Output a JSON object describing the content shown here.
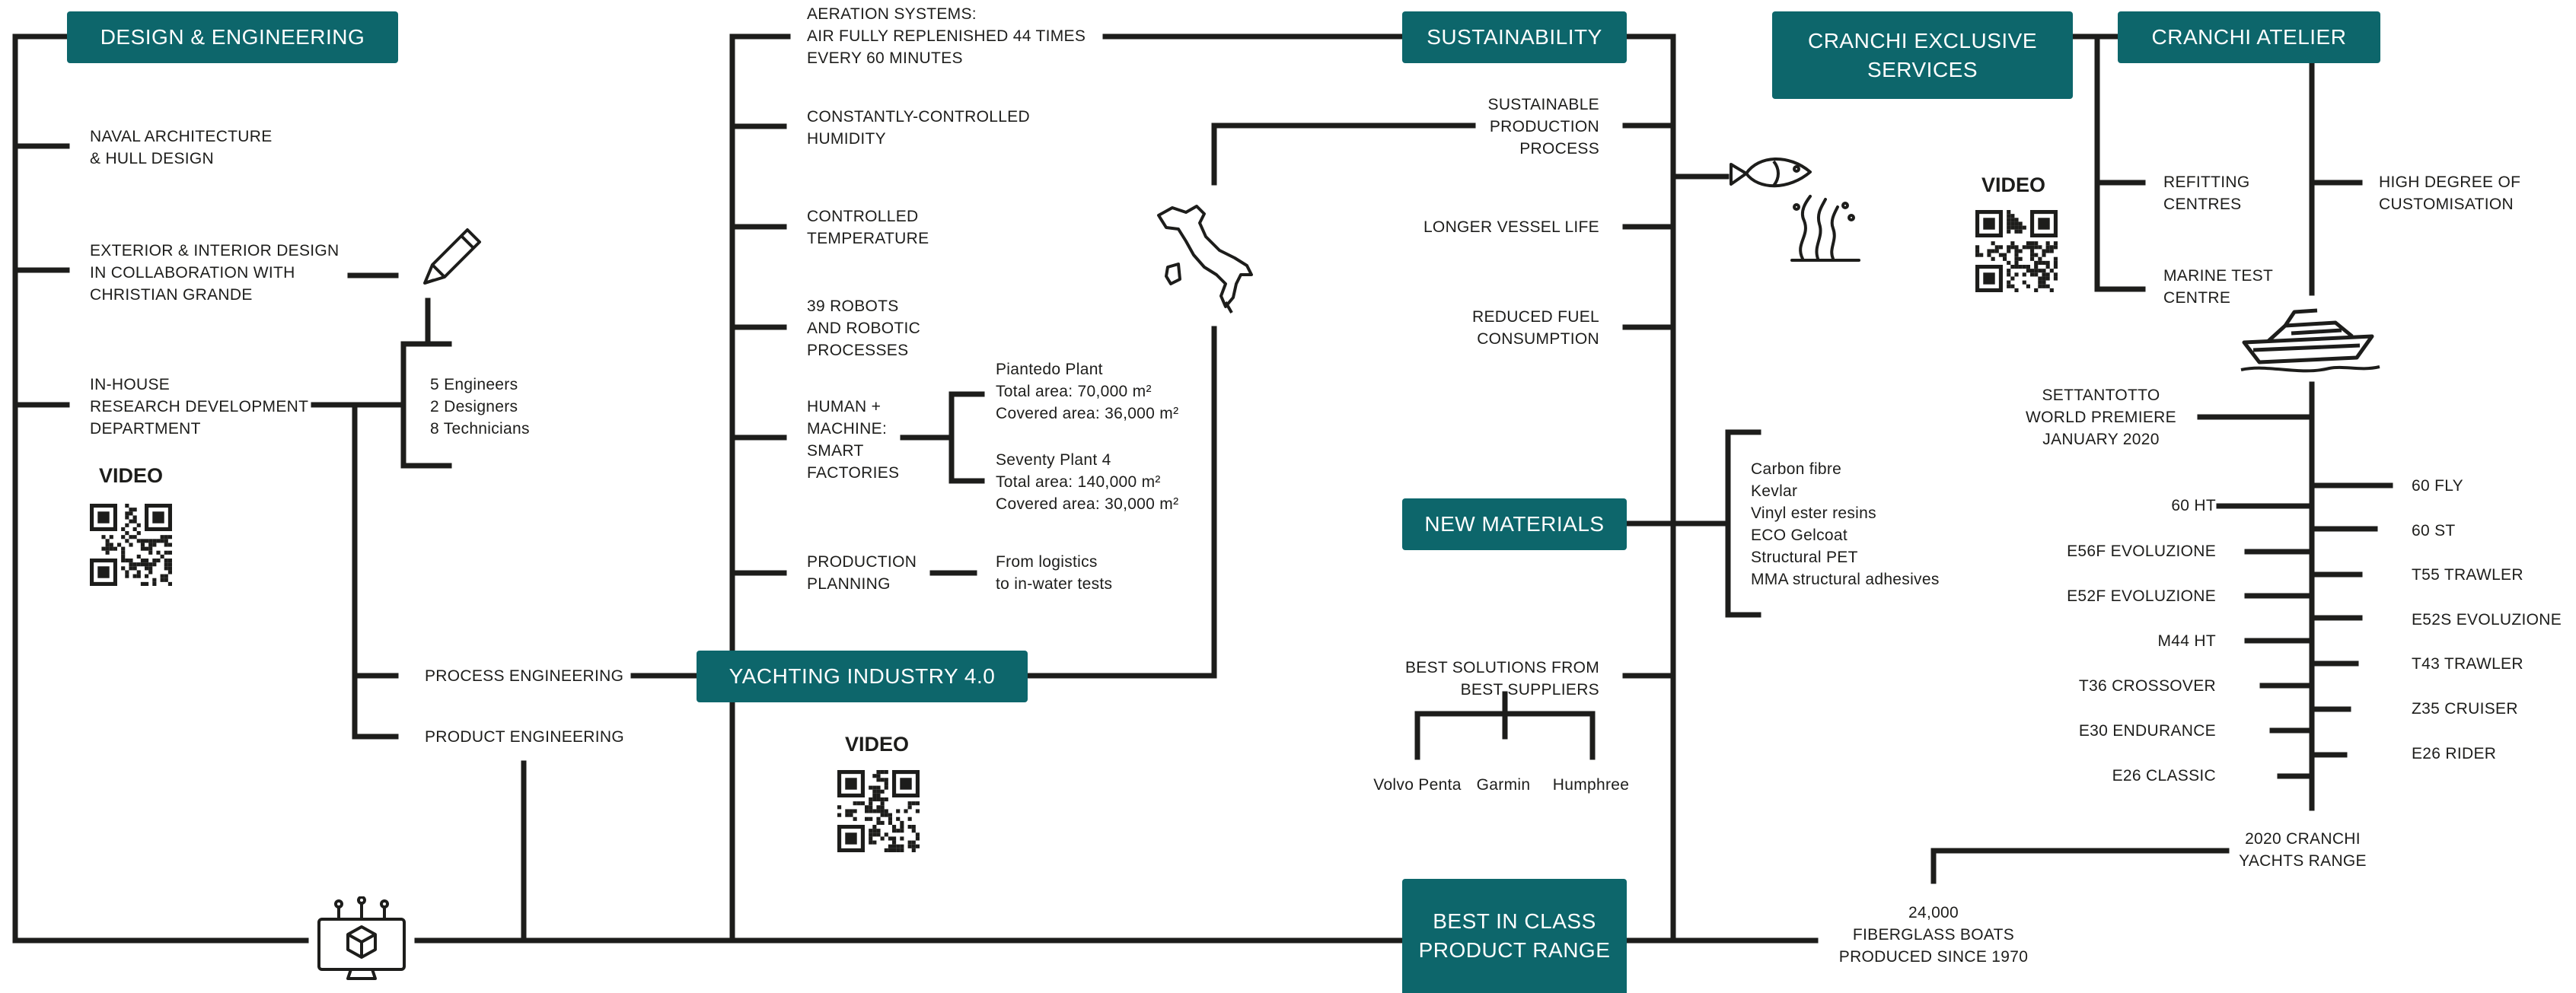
{
  "boxes": {
    "design_engineering": "DESIGN & ENGINEERING",
    "yachting_industry": "YACHTING INDUSTRY 4.0",
    "sustainability": "SUSTAINABILITY",
    "new_materials": "NEW MATERIALS",
    "best_in_class": "BEST IN CLASS\nPRODUCT RANGE",
    "exclusive_services": "CRANCHI EXCLUSIVE\nSERVICES",
    "atelier": "CRANCHI ATELIER"
  },
  "design": {
    "naval": "NAVAL ARCHITECTURE\n& HULL DESIGN",
    "exterior": "EXTERIOR & INTERIOR DESIGN\nIN COLLABORATION WITH\nCHRISTIAN GRANDE",
    "inhouse": "IN-HOUSE\nRESEARCH DEVELOPMENT\nDEPARTMENT",
    "team": "5 Engineers\n2 Designers\n8 Technicians",
    "process": "PROCESS ENGINEERING",
    "product": "PRODUCT ENGINEERING"
  },
  "industry": {
    "aeration": "AERATION SYSTEMS:\nAIR FULLY REPLENISHED 44 TIMES\nEVERY 60 MINUTES",
    "humidity": "CONSTANTLY-CONTROLLED\nHUMIDITY",
    "temperature": "CONTROLLED\nTEMPERATURE",
    "robots": "39 ROBOTS\nAND ROBOTIC\nPROCESSES",
    "human": "HUMAN +\nMACHINE:\nSMART\nFACTORIES",
    "piantedo": "Piantedo Plant\nTotal area: 70,000 m²\nCovered area: 36,000 m²",
    "seventy": "Seventy Plant 4\nTotal area: 140,000 m²\nCovered area: 30,000 m²",
    "planning": "PRODUCTION\nPLANNING",
    "logistics": "From logistics\nto in-water tests"
  },
  "sustainability": {
    "production": "SUSTAINABLE\nPRODUCTION\nPROCESS",
    "vessel": "LONGER VESSEL LIFE",
    "fuel": "REDUCED FUEL\nCONSUMPTION"
  },
  "materials": "Carbon fibre\nKevlar\nVinyl ester resins\nECO Gelcoat\nStructural PET\nMMA structural adhesives",
  "suppliers": {
    "title": "BEST SOLUTIONS FROM\nBEST SUPPLIERS",
    "items": [
      "Volvo Penta",
      "Garmin",
      "Humphree"
    ]
  },
  "boats": "24,000\nFIBERGLASS BOATS\nPRODUCED SINCE 1970",
  "services": {
    "refitting": "REFITTING\nCENTRES",
    "marine_test": "MARINE TEST\nCENTRE",
    "customisation": "HIGH DEGREE OF\nCUSTOMISATION"
  },
  "range": {
    "premiere": "SETTANTOTTO\nWORLD PREMIERE\nJANUARY 2020",
    "left": [
      "60 HT",
      "E56F EVOLUZIONE",
      "E52F EVOLUZIONE",
      "M44 HT",
      "T36 CROSSOVER",
      "E30 ENDURANCE",
      "E26 CLASSIC"
    ],
    "right": [
      "60 FLY",
      "60 ST",
      "T55 TRAWLER",
      "E52S EVOLUZIONE",
      "T43 TRAWLER",
      "Z35 CRUISER",
      "E26 RIDER"
    ],
    "caption": "2020 CRANCHI\nYACHTS RANGE"
  },
  "video_label": "VIDEO",
  "icons": [
    "pencil-icon",
    "italy-map-icon",
    "fish-icon",
    "seaweed-icon",
    "computer-cube-icon",
    "yacht-icon",
    "qr-code-icon"
  ]
}
